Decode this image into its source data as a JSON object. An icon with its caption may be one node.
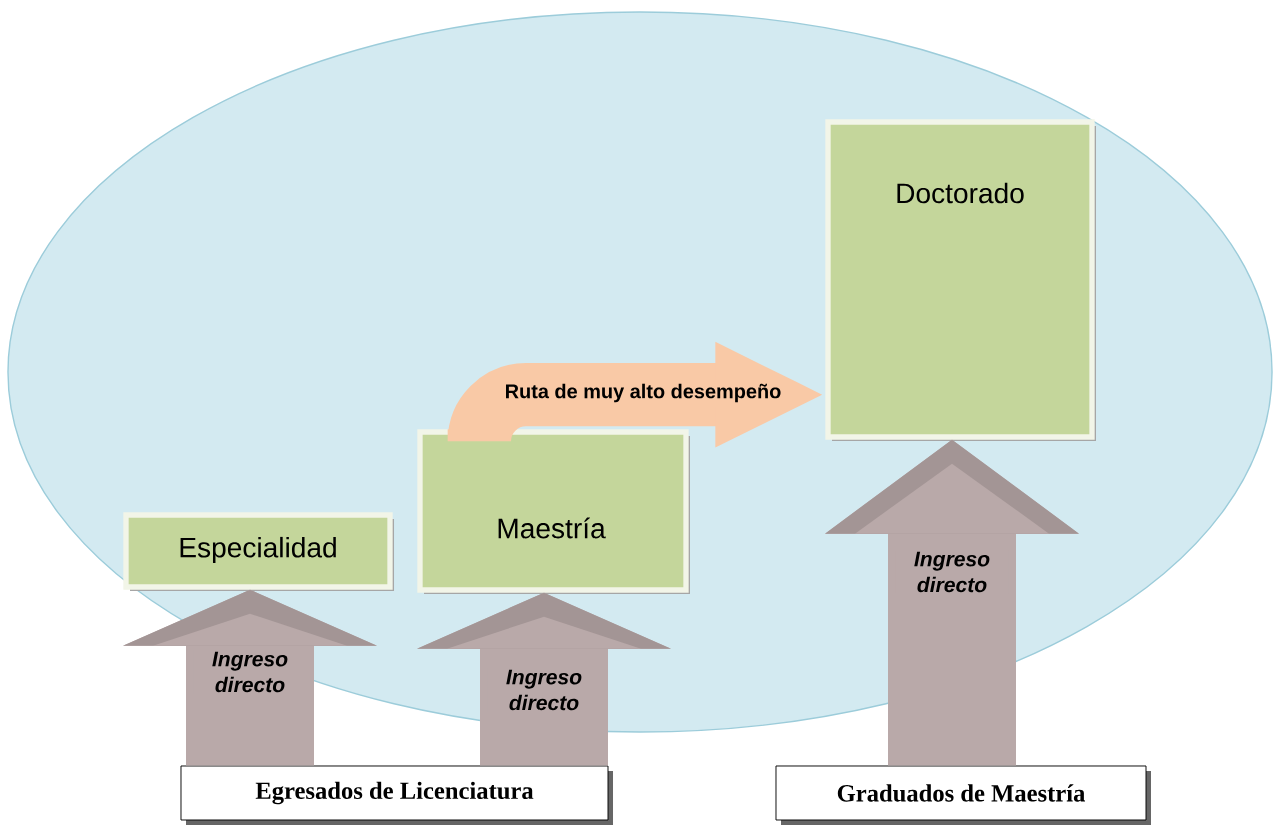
{
  "diagram": {
    "nodes": [
      {
        "text": [
          "Especialidad"
        ]
      },
      {
        "text": [
          "Maestría"
        ]
      },
      {
        "text": [
          "Doctorado"
        ]
      },
      {
        "text": [
          "Egresados de Licenciatura"
        ]
      },
      {
        "text": [
          "Graduados de Maestría"
        ]
      }
    ],
    "edges": [
      {
        "from": 1,
        "to": 2,
        "arrow": "to",
        "label": "Ruta de muy alto desempeño",
        "color": "#f9c9a6"
      },
      {
        "from": 3,
        "to": 0,
        "arrow": "to",
        "label": "Ingreso directo"
      },
      {
        "from": 3,
        "to": 1,
        "arrow": "to",
        "label": "Ingreso directo"
      },
      {
        "from": 4,
        "to": 2,
        "arrow": "to",
        "label": "Ingreso directo"
      }
    ]
  }
}
